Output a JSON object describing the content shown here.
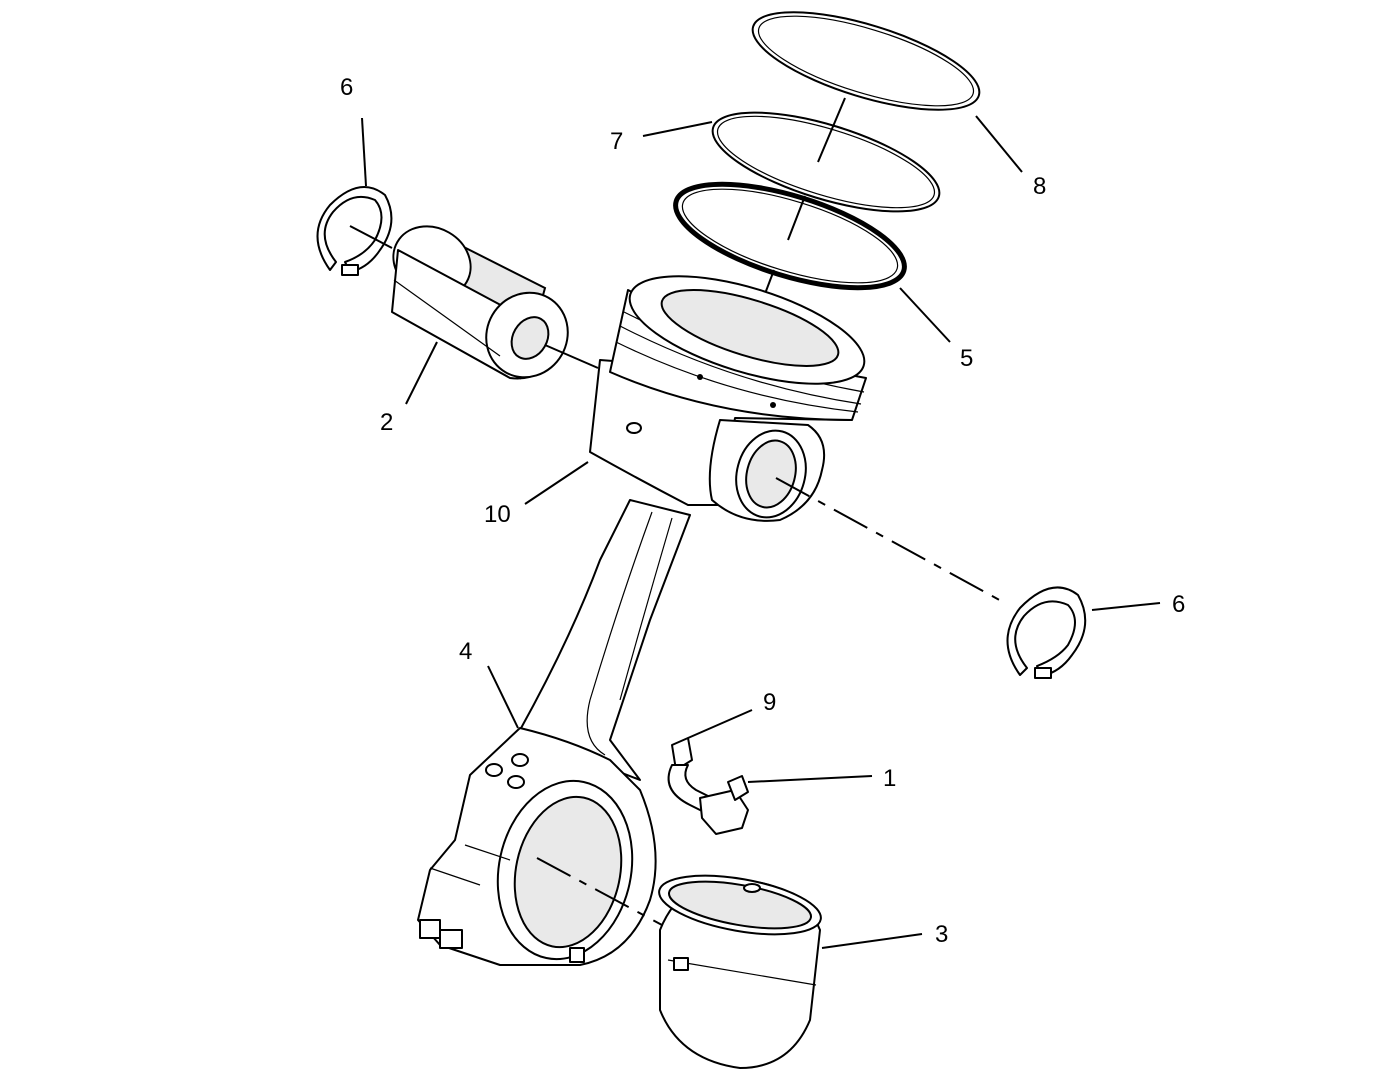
{
  "diagram": {
    "callouts": [
      {
        "id": "c1",
        "label": "1",
        "part": "bolt"
      },
      {
        "id": "c2",
        "label": "2",
        "part": "piston-pin"
      },
      {
        "id": "c3",
        "label": "3",
        "part": "rod-bearing"
      },
      {
        "id": "c4",
        "label": "4",
        "part": "connecting-rod"
      },
      {
        "id": "c5",
        "label": "5",
        "part": "oil-ring"
      },
      {
        "id": "c6a",
        "label": "6",
        "part": "retaining-ring-left"
      },
      {
        "id": "c6b",
        "label": "6",
        "part": "retaining-ring-right"
      },
      {
        "id": "c7",
        "label": "7",
        "part": "intermediate-ring"
      },
      {
        "id": "c8",
        "label": "8",
        "part": "top-ring"
      },
      {
        "id": "c9",
        "label": "9",
        "part": "piston-cooling-jet"
      },
      {
        "id": "c10",
        "label": "10",
        "part": "piston"
      }
    ]
  }
}
